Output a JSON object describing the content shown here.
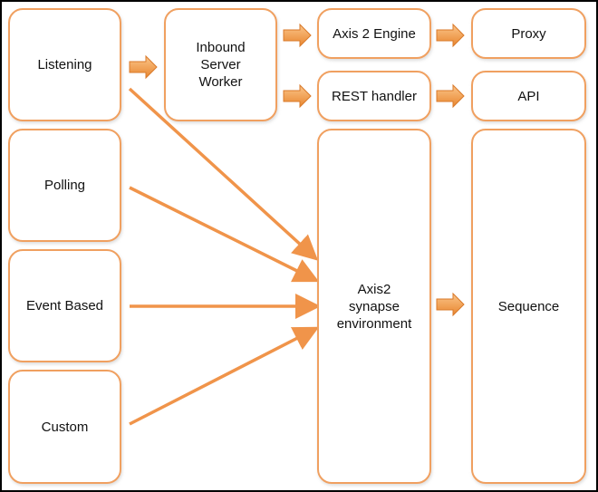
{
  "diagram": {
    "nodes": {
      "listening": "Listening",
      "polling": "Polling",
      "event_based": "Event Based",
      "custom": "Custom",
      "inbound_worker": "Inbound\nServer\nWorker",
      "axis2_engine": "Axis 2 Engine",
      "rest_handler": "REST handler",
      "synapse_env": "Axis2\nsynapse\nenvironment",
      "proxy": "Proxy",
      "api": "API",
      "sequence": "Sequence"
    },
    "colors": {
      "border": "#f0a060",
      "arrow": "#f0944a",
      "block_arrow_light": "#fbc58a",
      "block_arrow_dark": "#e8862f"
    }
  }
}
